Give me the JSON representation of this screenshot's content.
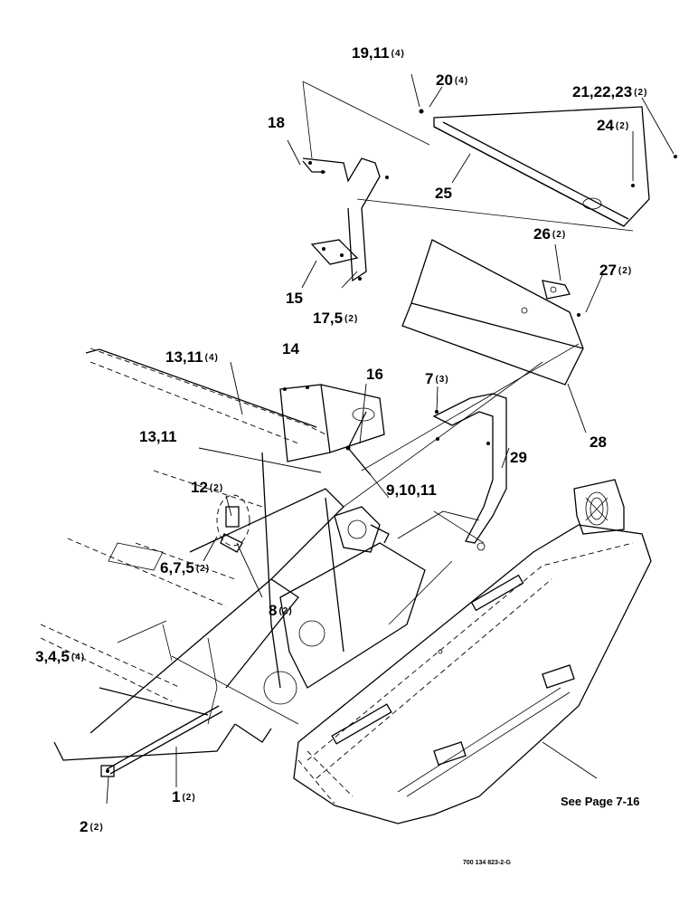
{
  "callouts": [
    {
      "id": "c19",
      "text": "19,11",
      "qty": "(4)"
    },
    {
      "id": "c20",
      "text": "20",
      "qty": "(4)"
    },
    {
      "id": "c21",
      "text": "21,22,23",
      "qty": "(2)"
    },
    {
      "id": "c24",
      "text": "24",
      "qty": "(2)"
    },
    {
      "id": "c18",
      "text": "18",
      "qty": ""
    },
    {
      "id": "c25",
      "text": "25",
      "qty": ""
    },
    {
      "id": "c26",
      "text": "26",
      "qty": "(2)"
    },
    {
      "id": "c27",
      "text": "27",
      "qty": "(2)"
    },
    {
      "id": "c15",
      "text": "15",
      "qty": ""
    },
    {
      "id": "c17",
      "text": "17,5",
      "qty": "(2)"
    },
    {
      "id": "c14",
      "text": "14",
      "qty": ""
    },
    {
      "id": "c13a",
      "text": "13,11",
      "qty": "(4)"
    },
    {
      "id": "c16",
      "text": "16",
      "qty": ""
    },
    {
      "id": "c7",
      "text": "7",
      "qty": "(3)"
    },
    {
      "id": "c28",
      "text": "28",
      "qty": ""
    },
    {
      "id": "c13b",
      "text": "13,11",
      "qty": ""
    },
    {
      "id": "c29",
      "text": "29",
      "qty": ""
    },
    {
      "id": "c9",
      "text": "9,10,11",
      "qty": ""
    },
    {
      "id": "c12",
      "text": "12",
      "qty": "(2)"
    },
    {
      "id": "c6",
      "text": "6,7,5",
      "qty": "(2)"
    },
    {
      "id": "c8",
      "text": "8",
      "qty": "(2)"
    },
    {
      "id": "c3",
      "text": "3,4,5",
      "qty": "(4)"
    },
    {
      "id": "c1",
      "text": "1",
      "qty": "(2)"
    },
    {
      "id": "c2",
      "text": "2",
      "qty": "(2)"
    }
  ],
  "see_page_note": "See Page 7-16",
  "part_number": "700 134 823-2-G"
}
